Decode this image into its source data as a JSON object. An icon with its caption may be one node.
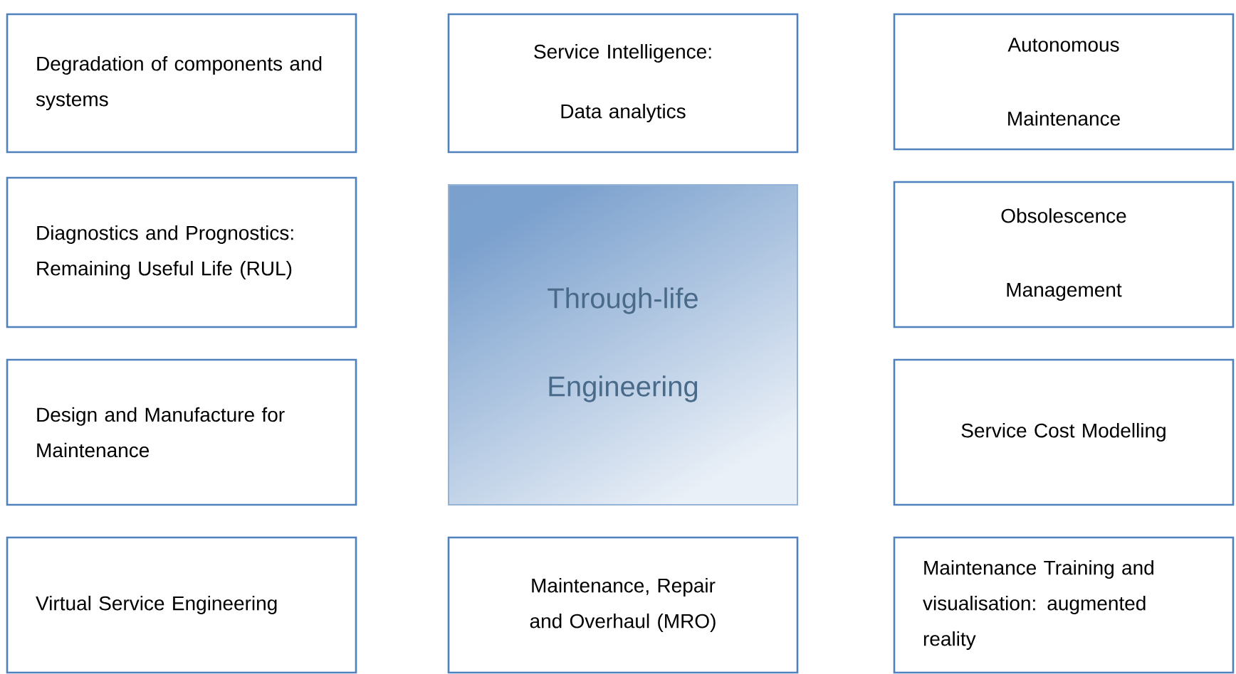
{
  "diagram": {
    "nodes": [
      {
        "text": [
          "Degradation of components and systems"
        ]
      },
      {
        "text": [
          "Service Intelligence: Data analytics"
        ]
      },
      {
        "text": [
          "Autonomous Maintenance"
        ]
      },
      {
        "text": [
          "Diagnostics and Prognostics: Remaining Useful Life (RUL)"
        ]
      },
      {
        "text": [
          "Through-life Engineering"
        ]
      },
      {
        "text": [
          "Obsolescence Management"
        ]
      },
      {
        "text": [
          "Design and Manufacture for Maintenance"
        ]
      },
      {
        "text": [
          "Service Cost Modelling"
        ]
      },
      {
        "text": [
          "Virtual Service Engineering"
        ]
      },
      {
        "text": [
          "Maintenance, Repair and Overhaul (MRO)"
        ]
      },
      {
        "text": [
          "Maintenance Training and visualisation: augmented reality"
        ]
      }
    ]
  }
}
